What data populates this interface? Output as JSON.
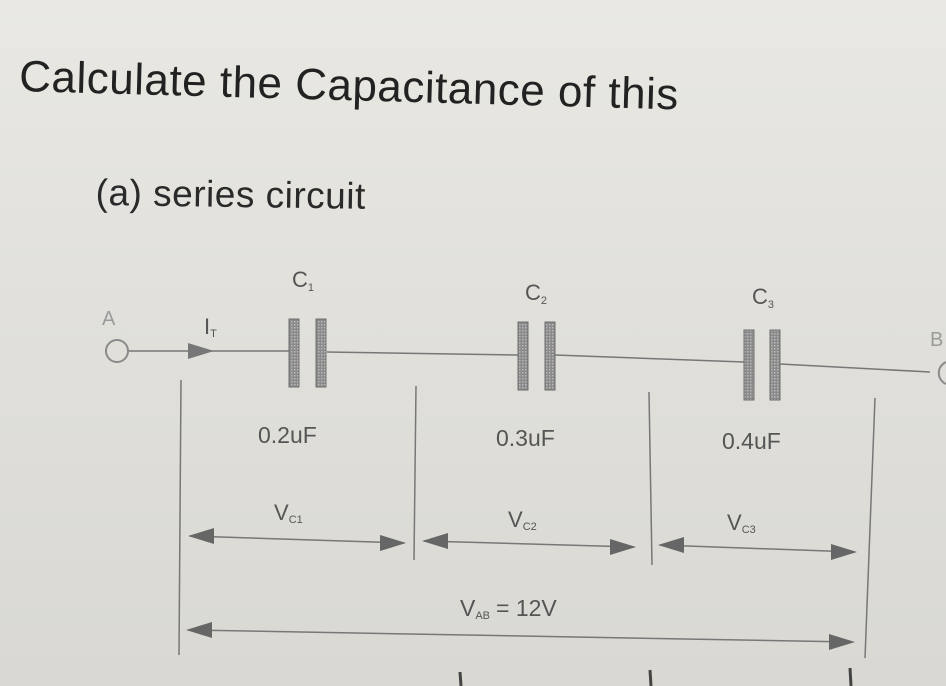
{
  "question": {
    "title": "Calculate the Capacitance of this",
    "part": "(a) series circuit"
  },
  "circuit": {
    "terminal_a": "A",
    "terminal_b": "B",
    "current_label": "I",
    "current_subscript": "T",
    "capacitors": [
      {
        "name": "C",
        "sub": "1",
        "value": "0.2uF",
        "voltage_main": "V",
        "voltage_sub": "C1"
      },
      {
        "name": "C",
        "sub": "2",
        "value": "0.3uF",
        "voltage_main": "V",
        "voltage_sub": "C2"
      },
      {
        "name": "C",
        "sub": "3",
        "value": "0.4uF",
        "voltage_main": "V",
        "voltage_sub": "C3"
      }
    ],
    "total_voltage": {
      "main": "V",
      "sub": "AB",
      "value": "= 12V"
    }
  }
}
